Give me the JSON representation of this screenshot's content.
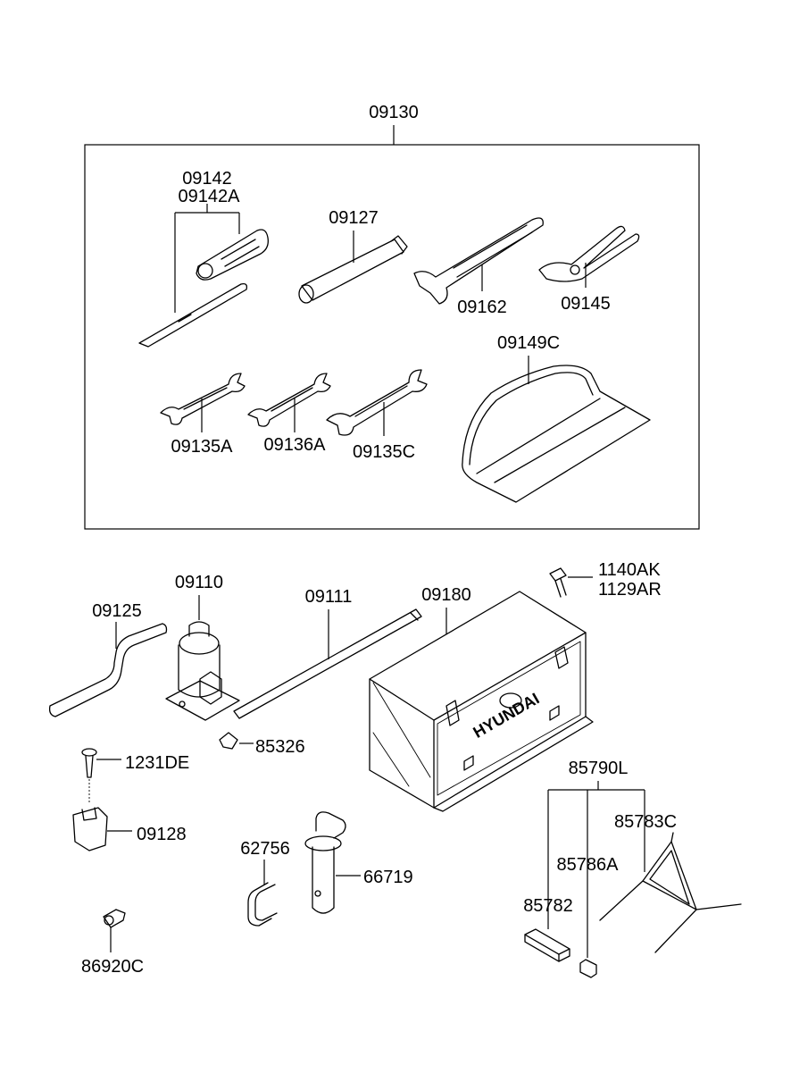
{
  "parts": {
    "p09130": "09130",
    "p09142": "09142",
    "p09142A": "09142A",
    "p09127": "09127",
    "p09162": "09162",
    "p09145": "09145",
    "p09149C": "09149C",
    "p09135A": "09135A",
    "p09136A": "09136A",
    "p09135C": "09135C",
    "p09110": "09110",
    "p09111": "09111",
    "p09180": "09180",
    "p1140AK": "1140AK",
    "p1129AR": "1129AR",
    "p09125": "09125",
    "p85326": "85326",
    "p1231DE": "1231DE",
    "p09128": "09128",
    "p62756": "62756",
    "p66719": "66719",
    "p85790L": "85790L",
    "p85783C": "85783C",
    "p85786A": "85786A",
    "p85782": "85782",
    "p86920C": "86920C"
  },
  "brand_text": "HYUNDAI"
}
